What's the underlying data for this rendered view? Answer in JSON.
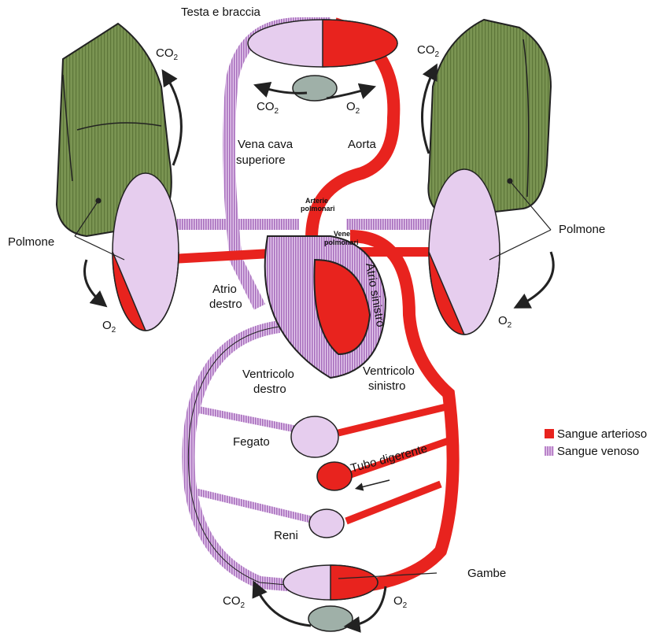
{
  "labels": {
    "head_arms": "Testa e braccia",
    "co2": "CO",
    "o2": "O",
    "subscript_2": "2",
    "vena_cava_1": "Vena cava",
    "vena_cava_2": "superiore",
    "aorta": "Aorta",
    "pulmonary_arteries_1": "Arterie",
    "pulmonary_arteries_2": "polmonari",
    "pulmonary_veins_1": "Vene",
    "pulmonary_veins_2": "polmonari",
    "lung_left": "Polmone",
    "lung_right": "Polmone",
    "right_atrium_1": "Atrio",
    "right_atrium_2": "destro",
    "left_atrium": "Atrio sinistro",
    "right_ventricle_1": "Ventricolo",
    "right_ventricle_2": "destro",
    "left_ventricle_1": "Ventricolo",
    "left_ventricle_2": "sinistro",
    "liver": "Fegato",
    "digestive_tract": "Tubo digerente",
    "kidneys": "Reni",
    "legs": "Gambe"
  },
  "legend": {
    "arterial": "Sangue arterioso",
    "venous": "Sangue venoso"
  },
  "colors": {
    "arterial": "#e8231e",
    "venous": "#b983c9",
    "lung": "#6f8a4a",
    "outline": "#222222"
  }
}
